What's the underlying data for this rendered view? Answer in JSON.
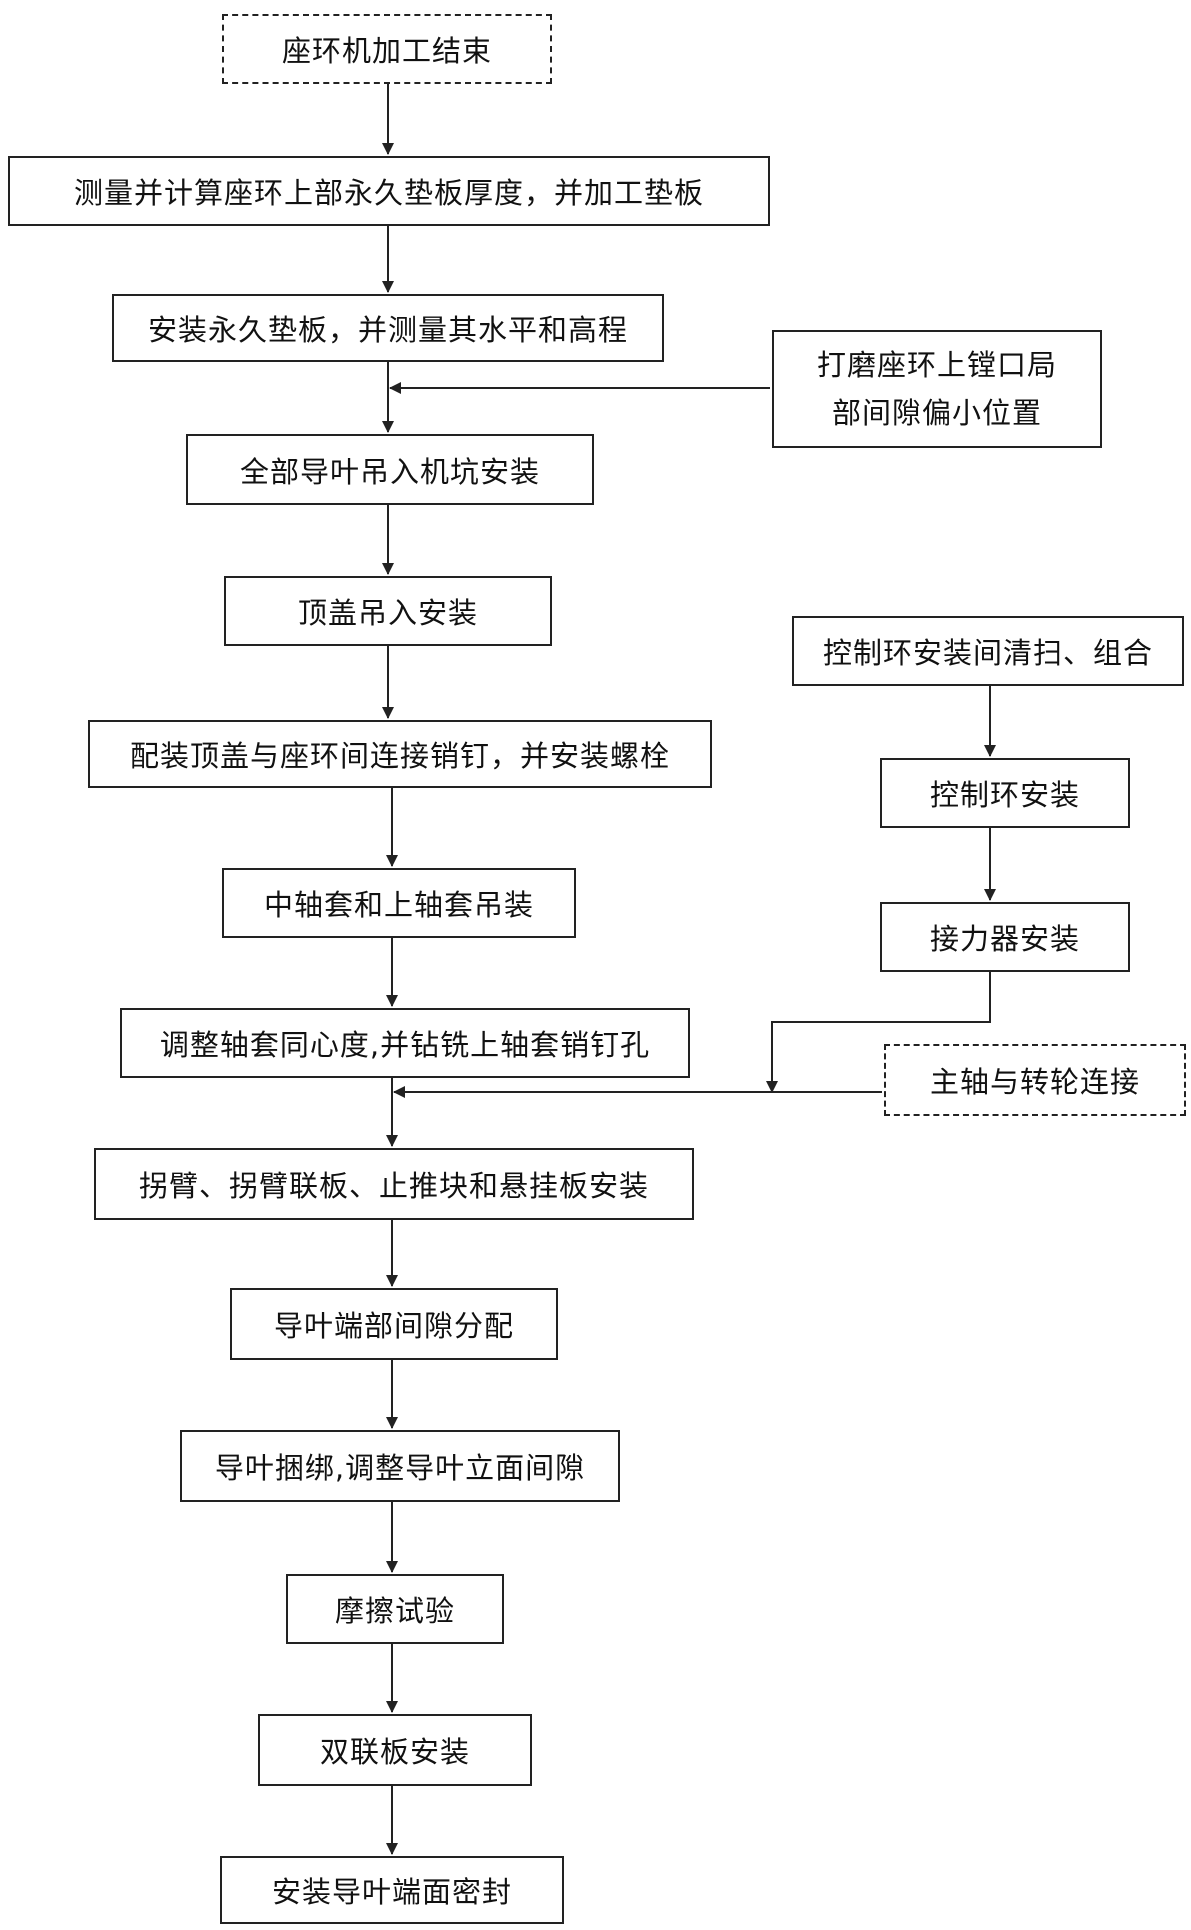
{
  "steps": {
    "s1": "座环机加工结束",
    "s2": "测量并计算座环上部永久垫板厚度，并加工垫板",
    "s3": "安装永久垫板，并测量其水平和高程",
    "s4": "全部导叶吊入机坑安装",
    "s5": "顶盖吊入安装",
    "s6": "配装顶盖与座环间连接销钉，并安装螺栓",
    "s7": "中轴套和上轴套吊装",
    "s8": "调整轴套同心度,并钻铣上轴套销钉孔",
    "s9": "拐臂、拐臂联板、止推块和悬挂板安装",
    "s10": "导叶端部间隙分配",
    "s11": "导叶捆绑,调整导叶立面间隙",
    "s12": "摩擦试验",
    "s13": "双联板安装",
    "s14": "安装导叶端面密封"
  },
  "side": {
    "grind_line1": "打磨座环上镗口局",
    "grind_line2": "部间隙偏小位置",
    "c1": "控制环安装间清扫、组合",
    "c2": "控制环安装",
    "c3": "接力器安装",
    "shaft": "主轴与转轮连接"
  }
}
